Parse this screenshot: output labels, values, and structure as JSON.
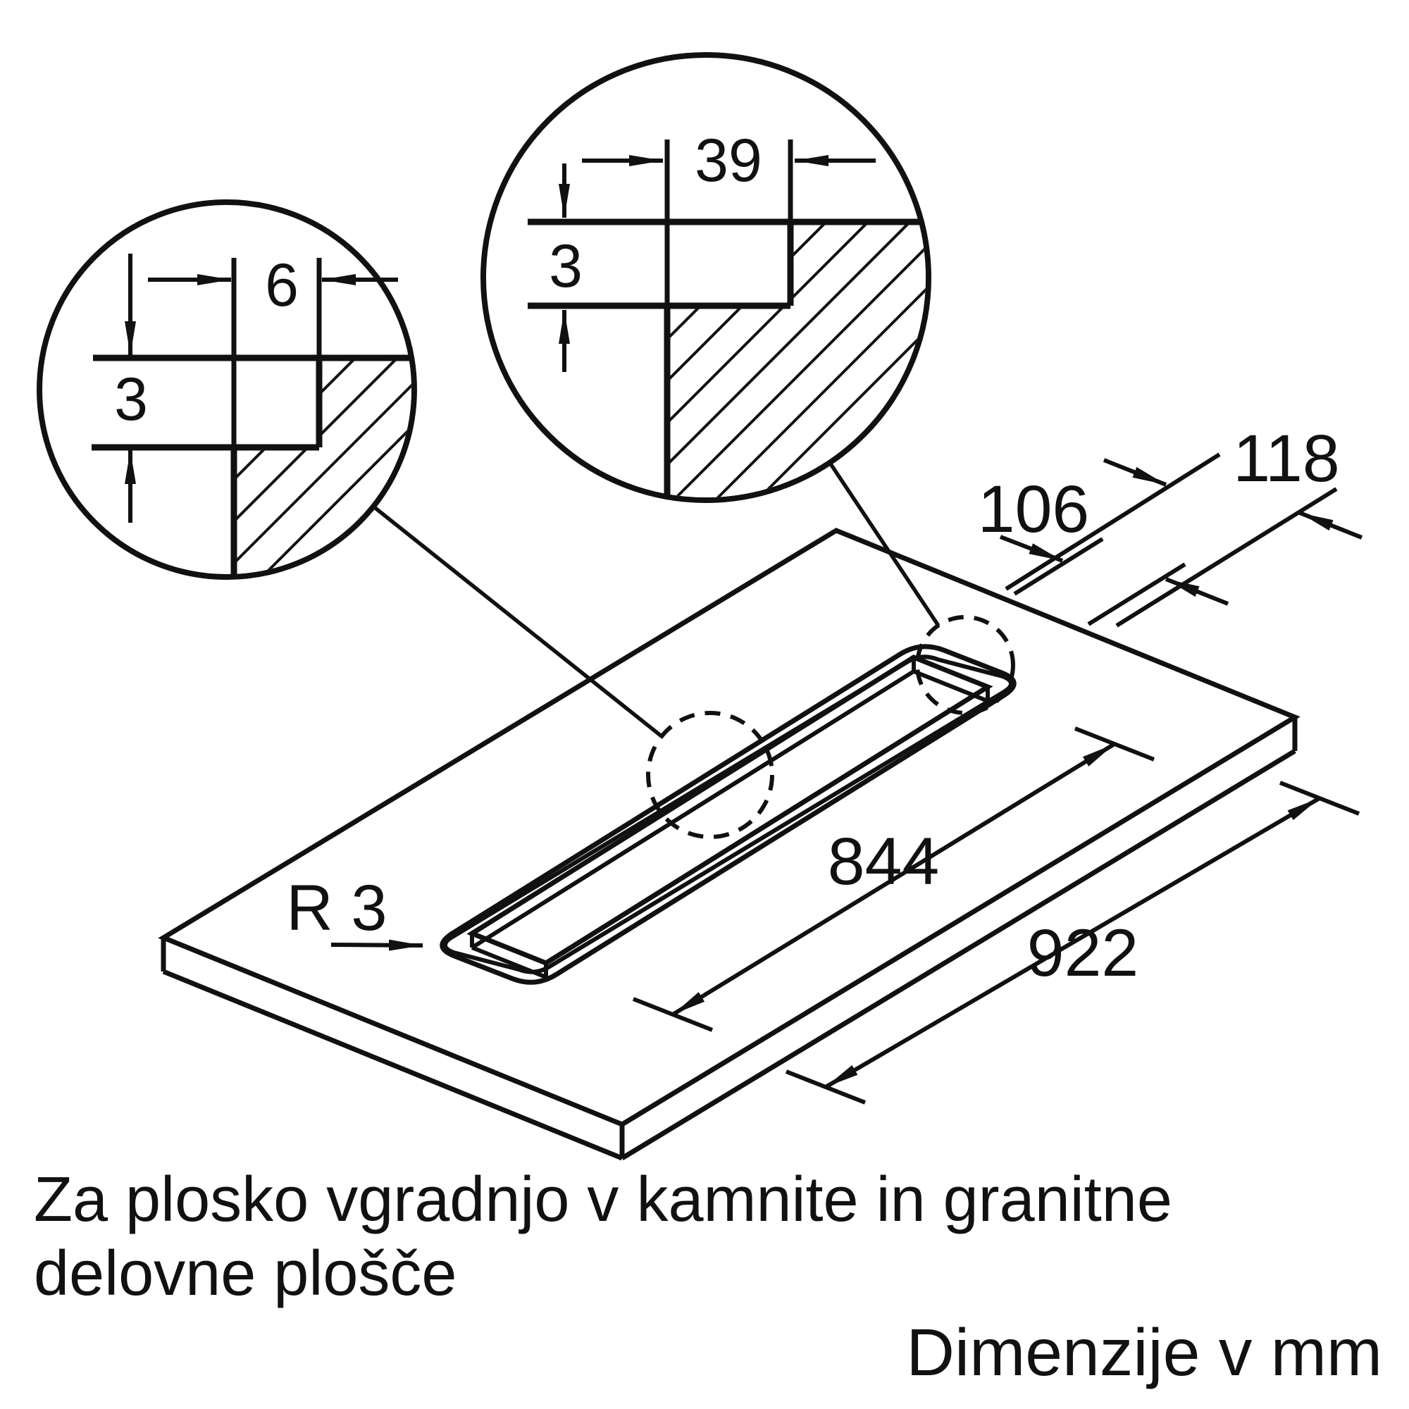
{
  "detail_circle_left": {
    "width_label": "6",
    "depth_label": "3"
  },
  "detail_circle_right": {
    "width_label": "39",
    "depth_label": "3"
  },
  "dimensions": {
    "outer_width": "118",
    "inner_width": "106",
    "inner_length": "844",
    "outer_length": "922",
    "corner_radius": "R 3"
  },
  "captions": {
    "line1": "Za plosko vgradnjo v kamnite in granitne",
    "line2": "delovne plošče",
    "units": "Dimenzije v mm"
  },
  "colors": {
    "ink": "#111111",
    "background": "#ffffff"
  }
}
